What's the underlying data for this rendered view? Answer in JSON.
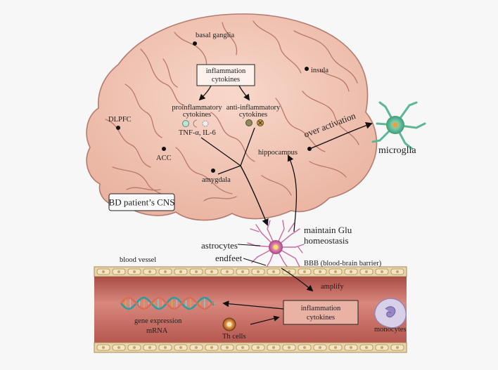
{
  "labels": {
    "basal_ganglia": "basal ganglia",
    "insula": "insula",
    "dlpfc": "DLPFC",
    "acc": "ACC",
    "amygdala": "amygdala",
    "hippocampus": "hippocampus",
    "inflammation_cytokines_brain": [
      "inflammation",
      "cytokines"
    ],
    "proinflammatory": [
      "proinflammatory",
      "cytokines"
    ],
    "anti_inflammatory": [
      "anti-inflammatory",
      "cytokines"
    ],
    "tnf": "TNF-α, IL-6",
    "over_activation": "over activation",
    "microglia": "microglia",
    "bd_cns": "BD patient’s CNS",
    "maintain_glu": [
      "maintain Glu",
      "homeostasis"
    ],
    "astrocytes": "astrocytes",
    "endfeet": "endfeet",
    "blood_vessel": "blood vessel",
    "bbb": "BBB (blood-brain barrier)",
    "amplify": "amplify",
    "inflammation_cytokines_vessel": [
      "inflammation",
      "cytokines"
    ],
    "gene_expression": "gene expression",
    "mrna": "mRNA",
    "th_cells": "Th cells",
    "monocytes": "monocytes"
  },
  "colors": {
    "brain_fill": "#f3c5b4",
    "brain_line": "#b4766b",
    "vessel_fill": "#c6645b",
    "bbb_fill": "#e9d5a8",
    "microglia": "#59b894",
    "astrocyte": "#c5649a",
    "dna_a": "#2f9ba0",
    "dna_b": "#d96d57",
    "monocyte": "#8e7fb4",
    "th_cell": "#cd7a33"
  }
}
